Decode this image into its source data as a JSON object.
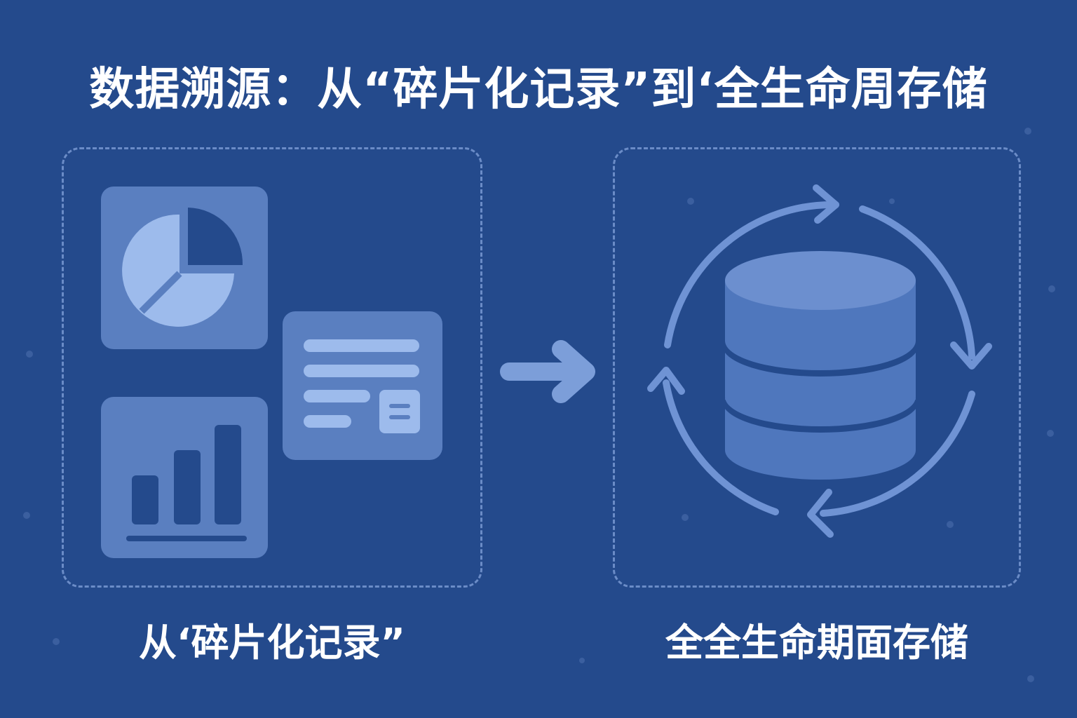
{
  "title": "数据溯源：从“碎片化记录”到‘全生命周存储",
  "left_panel": {
    "caption": "从‘碎片化记录”",
    "icons": [
      "pie-chart-icon",
      "document-icon",
      "bar-chart-icon"
    ]
  },
  "right_panel": {
    "caption": "全全生命期面存储",
    "icons": [
      "database-icon",
      "cycle-arrows-icon"
    ]
  },
  "transition_icon": "arrow-right-icon",
  "colors": {
    "background": "#244a8c",
    "card": "#5a7fc0",
    "card_light": "#9dbbec",
    "dark": "#244a8c",
    "database": "#4f77bd",
    "database_top": "#6c8fcf",
    "cycle": "#6f93d4",
    "dashed_border": "#6b8cc7",
    "text": "#ffffff"
  }
}
